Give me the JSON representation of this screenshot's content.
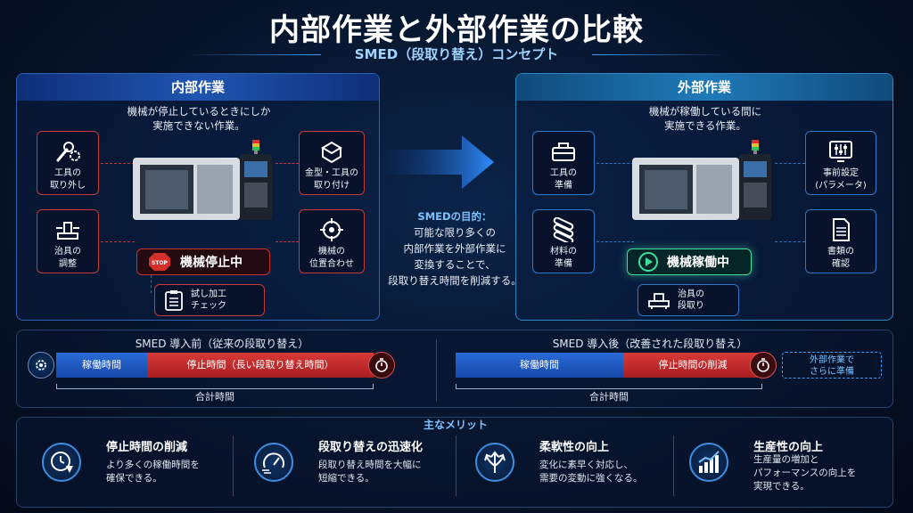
{
  "title": "内部作業と外部作業の比較",
  "subtitle": "SMED（段取り替え）コンセプト",
  "internal": {
    "heading": "内部作業",
    "desc_line1": "機械が停止しているときにしか",
    "desc_line2": "実施できない作業。",
    "items": [
      {
        "line1": "工具の",
        "line2": "取り外し"
      },
      {
        "line1": "治具の",
        "line2": "調整"
      },
      {
        "line1": "金型・工具の",
        "line2": "取り付け"
      },
      {
        "line1": "機械の",
        "line2": "位置合わせ"
      }
    ],
    "check": {
      "line1": "試し加工",
      "line2": "チェック"
    },
    "status": "機械停止中",
    "stop_sign": "STOP"
  },
  "external": {
    "heading": "外部作業",
    "desc_line1": "機械が稼働している間に",
    "desc_line2": "実施できる作業。",
    "items": [
      {
        "line1": "工具の",
        "line2": "準備"
      },
      {
        "line1": "材料の",
        "line2": "準備"
      },
      {
        "line1": "事前設定",
        "line2": "(パラメータ)"
      },
      {
        "line1": "書類の",
        "line2": "確認"
      }
    ],
    "jig": {
      "line1": "治具の",
      "line2": "段取り"
    },
    "status": "機械稼働中"
  },
  "purpose": {
    "heading": "SMEDの目的：",
    "line1": "可能な限り多くの",
    "line2": "内部作業を外部作業に",
    "line3": "変換することで、",
    "line4": "段取り替え時間を削減する。"
  },
  "before": {
    "label": "SMED 導入前（従来の段取り替え）",
    "run": "稼働時間",
    "stop": "停止時間（長い段取り替え時間）",
    "total": "合計時間"
  },
  "after": {
    "label": "SMED 導入後（改善された段取り替え）",
    "run": "稼働時間",
    "stop": "停止時間の削減",
    "ext_line1": "外部作業で",
    "ext_line2": "さらに準備",
    "total": "合計時間"
  },
  "merits": {
    "heading": "主なメリット",
    "items": [
      {
        "title": "停止時間の削減",
        "d1": "より多くの稼働時間を",
        "d2": "確保できる。"
      },
      {
        "title": "段取り替えの迅速化",
        "d1": "段取り替え時間を大幅に",
        "d2": "短縮できる。"
      },
      {
        "title": "柔軟性の向上",
        "d1": "変化に素早く対応し、",
        "d2": "需要の変動に強くなる。"
      },
      {
        "title": "生産性の向上",
        "d1": "生産量の増加と",
        "d2": "パフォーマンスの向上を",
        "d3": "実現できる。"
      }
    ]
  },
  "colors": {
    "red": "#c8302e",
    "blue": "#1e5fc0",
    "accent": "#3aa0ff",
    "green": "#3ee0a0"
  },
  "icons": [
    "wrench-gear-icon",
    "jig-icon",
    "die-tool-icon",
    "target-icon",
    "clipboard-icon",
    "toolbox-icon",
    "materials-icon",
    "settings-monitor-icon",
    "document-icon",
    "jig-setup-icon",
    "gear-icon",
    "stopwatch-icon",
    "clock-down-icon",
    "speedometer-icon",
    "arrows-icon",
    "growth-chart-icon"
  ]
}
